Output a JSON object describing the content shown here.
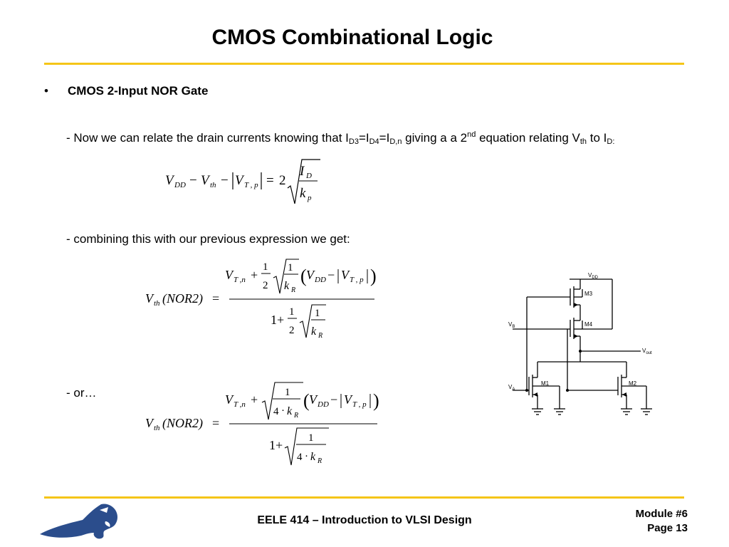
{
  "slide": {
    "title": "CMOS Combinational Logic",
    "bullet_marker": "•",
    "bullet_heading": "CMOS 2-Input NOR Gate",
    "line1": {
      "prefix": "- Now we can relate the drain currents knowing that I",
      "sub1": "D3",
      "eq1": "=I",
      "sub2": "D4",
      "eq2": "=I",
      "sub3": "D,n",
      "mid": " giving a a 2",
      "sup": "nd",
      "mid2": " equation relating V",
      "sub4": "th",
      "to": " to I",
      "sub5": "D:"
    },
    "line2": "- combining this with our previous expression we get:",
    "line3": "- or…"
  },
  "circuit": {
    "labels": [
      "V",
      "DD",
      "M3",
      "M4",
      "V",
      "B",
      "V",
      "out",
      "V",
      "A",
      "M1",
      "M2"
    ]
  },
  "footer": {
    "course": "EELE 414 – Introduction to VLSI Design",
    "module": "Module #6",
    "page": "Page 13"
  },
  "colors": {
    "rule": "#f5c518",
    "logo": "#2b4d8c"
  }
}
